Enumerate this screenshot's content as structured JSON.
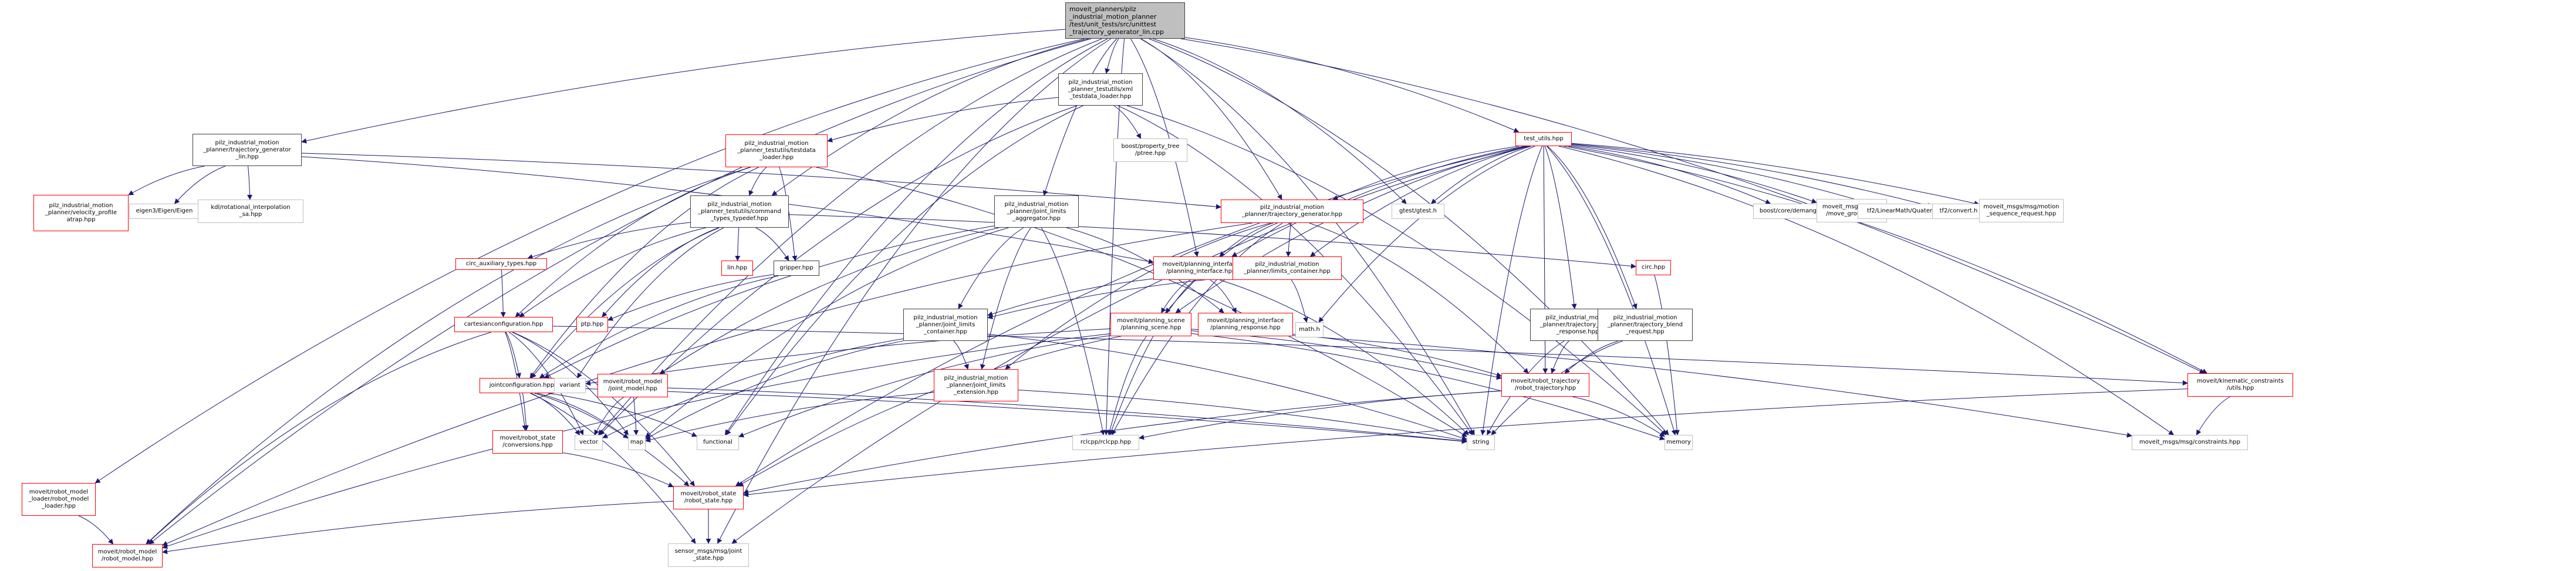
{
  "title": "unittest_trajectory_generator_lin.cpp include dependency graph",
  "colors": {
    "edge": "#191970",
    "red_border": "#ff0000",
    "gray_border": "#bfbfbf",
    "root_fill": "#bfbfbf",
    "doc_border": "#404040"
  },
  "nodes": [
    {
      "id": "root",
      "kind": "root",
      "label": "moveit_planners/pilz\n_industrial_motion_planner\n/test/unit_tests/src/unittest\n_trajectory_generator_lin.cpp"
    },
    {
      "id": "xml_loader",
      "kind": "doc",
      "label": "pilz_industrial_motion\n_planner_testutils/xml\n_testdata_loader.hpp"
    },
    {
      "id": "tg_lin",
      "kind": "doc",
      "label": "pilz_industrial_motion\n_planner/trajectory_generator\n_lin.hpp"
    },
    {
      "id": "testdata_loader",
      "kind": "red",
      "label": "pilz_industrial_motion\n_planner_testutils/testdata\n_loader.hpp"
    },
    {
      "id": "boost_ptree",
      "kind": "gray",
      "label": "boost/property_tree\n/ptree.hpp"
    },
    {
      "id": "test_utils",
      "kind": "red",
      "label": "test_utils.hpp"
    },
    {
      "id": "velocity_profile",
      "kind": "red",
      "label": "pilz_industrial_motion\n_planner/velocity_profile\natrap.hpp"
    },
    {
      "id": "eigen",
      "kind": "gray",
      "label": "eigen3/Eigen/Eigen"
    },
    {
      "id": "kdl",
      "kind": "gray",
      "label": "kdl/rotational_interpolation\n_sa.hpp"
    },
    {
      "id": "cmd_types",
      "kind": "doc",
      "label": "pilz_industrial_motion\n_planner_testutils/command\n_types_typedef.hpp"
    },
    {
      "id": "jl_aggregator",
      "kind": "doc",
      "label": "pilz_industrial_motion\n_planner/joint_limits\n_aggregator.hpp"
    },
    {
      "id": "traj_gen",
      "kind": "red",
      "label": "pilz_industrial_motion\n_planner/trajectory_generator.hpp"
    },
    {
      "id": "gtest",
      "kind": "gray",
      "label": "gtest/gtest.h"
    },
    {
      "id": "demangle",
      "kind": "gray",
      "label": "boost/core/demangle.hpp"
    },
    {
      "id": "move_group",
      "kind": "gray",
      "label": "moveit_msgs/action\n/move_group.hpp"
    },
    {
      "id": "quaternion",
      "kind": "gray",
      "label": "tf2/LinearMath/Quaternion.h"
    },
    {
      "id": "tf2_convert",
      "kind": "gray",
      "label": "tf2/convert.h"
    },
    {
      "id": "motion_seq",
      "kind": "gray",
      "label": "moveit_msgs/msg/motion\n_sequence_request.hpp"
    },
    {
      "id": "circ_aux",
      "kind": "red",
      "label": "circ_auxiliary_types.hpp"
    },
    {
      "id": "lin",
      "kind": "red",
      "label": "lin.hpp"
    },
    {
      "id": "gripper",
      "kind": "doc",
      "label": "gripper.hpp"
    },
    {
      "id": "planning_interface",
      "kind": "red",
      "label": "moveit/planning_interface\n/planning_interface.hpp"
    },
    {
      "id": "limits_container",
      "kind": "red",
      "label": "pilz_industrial_motion\n_planner/limits_container.hpp"
    },
    {
      "id": "circ",
      "kind": "red",
      "label": "circ.hpp"
    },
    {
      "id": "ptp",
      "kind": "red",
      "label": "ptp.hpp"
    },
    {
      "id": "cartesian",
      "kind": "red",
      "label": "cartesianconfiguration.hpp"
    },
    {
      "id": "jl_container",
      "kind": "doc",
      "label": "pilz_industrial_motion\n_planner/joint_limits\n_container.hpp"
    },
    {
      "id": "planning_scene",
      "kind": "red",
      "label": "moveit/planning_scene\n/planning_scene.hpp"
    },
    {
      "id": "planning_response",
      "kind": "red",
      "label": "moveit/planning_interface\n/planning_response.hpp"
    },
    {
      "id": "math",
      "kind": "gray",
      "label": "math.h"
    },
    {
      "id": "blend_response",
      "kind": "doc",
      "label": "pilz_industrial_motion\n_planner/trajectory_blend\n_response.hpp"
    },
    {
      "id": "blend_request",
      "kind": "doc",
      "label": "pilz_industrial_motion\n_planner/trajectory_blend\n_request.hpp"
    },
    {
      "id": "jointconfig",
      "kind": "red",
      "label": "jointconfiguration.hpp"
    },
    {
      "id": "variant",
      "kind": "gray",
      "label": "variant"
    },
    {
      "id": "joint_model",
      "kind": "red",
      "label": "moveit/robot_model\n/joint_model.hpp"
    },
    {
      "id": "jl_extension",
      "kind": "red",
      "label": "pilz_industrial_motion\n_planner/joint_limits\n_extension.hpp"
    },
    {
      "id": "robot_trajectory",
      "kind": "red",
      "label": "moveit/robot_trajectory\n/robot_trajectory.hpp"
    },
    {
      "id": "kc_utils",
      "kind": "red",
      "label": "moveit/kinematic_constraints\n/utils.hpp"
    },
    {
      "id": "rs_conversions",
      "kind": "red",
      "label": "moveit/robot_state\n/conversions.hpp"
    },
    {
      "id": "vector",
      "kind": "gray",
      "label": "vector"
    },
    {
      "id": "map",
      "kind": "gray",
      "label": "map"
    },
    {
      "id": "functional",
      "kind": "gray",
      "label": "functional"
    },
    {
      "id": "rclcpp",
      "kind": "gray",
      "label": "rclcpp/rclcpp.hpp"
    },
    {
      "id": "string",
      "kind": "gray",
      "label": "string"
    },
    {
      "id": "memory",
      "kind": "gray",
      "label": "memory"
    },
    {
      "id": "constraints",
      "kind": "gray",
      "label": "moveit_msgs/msg/constraints.hpp"
    },
    {
      "id": "rml_loader",
      "kind": "red",
      "label": "moveit/robot_model\n_loader/robot_model\n_loader.hpp"
    },
    {
      "id": "robot_state",
      "kind": "red",
      "label": "moveit/robot_state\n/robot_state.hpp"
    },
    {
      "id": "robot_model",
      "kind": "red",
      "label": "moveit/robot_model\n/robot_model.hpp"
    },
    {
      "id": "joint_state",
      "kind": "gray",
      "label": "sensor_msgs/msg/joint\n_state.hpp"
    }
  ],
  "edges": [
    [
      "root",
      "xml_loader"
    ],
    [
      "root",
      "tg_lin"
    ],
    [
      "root",
      "test_utils"
    ],
    [
      "root",
      "cmd_types"
    ],
    [
      "root",
      "jl_aggregator"
    ],
    [
      "root",
      "traj_gen"
    ],
    [
      "root",
      "gtest"
    ],
    [
      "root",
      "functional"
    ],
    [
      "root",
      "vector"
    ],
    [
      "root",
      "memory"
    ],
    [
      "root",
      "string"
    ],
    [
      "root",
      "rml_loader"
    ],
    [
      "root",
      "robot_model"
    ],
    [
      "root",
      "kc_utils"
    ],
    [
      "root",
      "joint_state"
    ],
    [
      "root",
      "rclcpp"
    ],
    [
      "root",
      "planning_interface"
    ],
    [
      "xml_loader",
      "testdata_loader"
    ],
    [
      "xml_loader",
      "boost_ptree"
    ],
    [
      "xml_loader",
      "functional"
    ],
    [
      "xml_loader",
      "string"
    ],
    [
      "xml_loader",
      "memory"
    ],
    [
      "xml_loader",
      "vector"
    ],
    [
      "testdata_loader",
      "cmd_types"
    ],
    [
      "testdata_loader",
      "gripper"
    ],
    [
      "testdata_loader",
      "cartesian"
    ],
    [
      "testdata_loader",
      "jointconfig"
    ],
    [
      "testdata_loader",
      "string"
    ],
    [
      "testdata_loader",
      "robot_model"
    ],
    [
      "tg_lin",
      "velocity_profile"
    ],
    [
      "tg_lin",
      "eigen"
    ],
    [
      "tg_lin",
      "kdl"
    ],
    [
      "tg_lin",
      "traj_gen"
    ],
    [
      "tg_lin",
      "planning_interface"
    ],
    [
      "cmd_types",
      "circ_aux"
    ],
    [
      "cmd_types",
      "lin"
    ],
    [
      "cmd_types",
      "gripper"
    ],
    [
      "cmd_types",
      "ptp"
    ],
    [
      "cmd_types",
      "cartesian"
    ],
    [
      "cmd_types",
      "jointconfig"
    ],
    [
      "cmd_types",
      "variant"
    ],
    [
      "cmd_types",
      "circ"
    ],
    [
      "circ_aux",
      "cartesian"
    ],
    [
      "gripper",
      "ptp"
    ],
    [
      "gripper",
      "jointconfig"
    ],
    [
      "cartesian",
      "jointconfig"
    ],
    [
      "cartesian",
      "rs_conversions"
    ],
    [
      "cartesian",
      "robot_model"
    ],
    [
      "cartesian",
      "robot_state"
    ],
    [
      "cartesian",
      "vector"
    ],
    [
      "cartesian",
      "kc_utils"
    ],
    [
      "cartesian",
      "map"
    ],
    [
      "jointconfig",
      "rs_conversions"
    ],
    [
      "jointconfig",
      "vector"
    ],
    [
      "jointconfig",
      "map"
    ],
    [
      "jointconfig",
      "functional"
    ],
    [
      "jointconfig",
      "string"
    ],
    [
      "jointconfig",
      "robot_state"
    ],
    [
      "jointconfig",
      "joint_state"
    ],
    [
      "jl_aggregator",
      "jl_container"
    ],
    [
      "jl_aggregator",
      "jl_extension"
    ],
    [
      "jl_aggregator",
      "joint_model"
    ],
    [
      "jl_aggregator",
      "map"
    ],
    [
      "jl_aggregator",
      "rclcpp"
    ],
    [
      "jl_aggregator",
      "planning_response"
    ],
    [
      "jl_aggregator",
      "jointconfig"
    ],
    [
      "jl_container",
      "jl_extension"
    ],
    [
      "jl_container",
      "map"
    ],
    [
      "jl_container",
      "string"
    ],
    [
      "jl_container",
      "vector"
    ],
    [
      "jl_extension",
      "map"
    ],
    [
      "jl_extension",
      "string"
    ],
    [
      "joint_model",
      "vector"
    ],
    [
      "joint_model",
      "map"
    ],
    [
      "joint_model",
      "string"
    ],
    [
      "traj_gen",
      "planning_interface"
    ],
    [
      "traj_gen",
      "limits_container"
    ],
    [
      "traj_gen",
      "planning_scene"
    ],
    [
      "traj_gen",
      "jl_extension"
    ],
    [
      "traj_gen",
      "robot_trajectory"
    ],
    [
      "traj_gen",
      "rclcpp"
    ],
    [
      "traj_gen",
      "robot_model"
    ],
    [
      "planning_interface",
      "planning_scene"
    ],
    [
      "planning_interface",
      "planning_response"
    ],
    [
      "planning_interface",
      "jl_container"
    ],
    [
      "planning_interface",
      "string"
    ],
    [
      "planning_interface",
      "rclcpp"
    ],
    [
      "limits_container",
      "math"
    ],
    [
      "limits_container",
      "jl_container"
    ],
    [
      "planning_scene",
      "robot_trajectory"
    ],
    [
      "planning_scene",
      "robot_state"
    ],
    [
      "planning_scene",
      "robot_model"
    ],
    [
      "planning_scene",
      "functional"
    ],
    [
      "planning_scene",
      "rclcpp"
    ],
    [
      "planning_scene",
      "memory"
    ],
    [
      "planning_scene",
      "variant"
    ],
    [
      "planning_scene",
      "constraints"
    ],
    [
      "planning_response",
      "robot_trajectory"
    ],
    [
      "robot_trajectory",
      "robot_state"
    ],
    [
      "robot_trajectory",
      "rclcpp"
    ],
    [
      "robot_trajectory",
      "memory"
    ],
    [
      "test_utils",
      "traj_gen"
    ],
    [
      "test_utils",
      "gtest"
    ],
    [
      "test_utils",
      "demangle"
    ],
    [
      "test_utils",
      "move_group"
    ],
    [
      "test_utils",
      "quaternion"
    ],
    [
      "test_utils",
      "tf2_convert"
    ],
    [
      "test_utils",
      "motion_seq"
    ],
    [
      "test_utils",
      "planning_interface"
    ],
    [
      "test_utils",
      "limits_container"
    ],
    [
      "test_utils",
      "planning_scene"
    ],
    [
      "test_utils",
      "math"
    ],
    [
      "test_utils",
      "blend_response"
    ],
    [
      "test_utils",
      "blend_request"
    ],
    [
      "test_utils",
      "robot_trajectory"
    ],
    [
      "test_utils",
      "string"
    ],
    [
      "test_utils",
      "kc_utils"
    ],
    [
      "test_utils",
      "constraints"
    ],
    [
      "test_utils",
      "robot_state"
    ],
    [
      "test_utils",
      "joint_state"
    ],
    [
      "test_utils",
      "memory"
    ],
    [
      "circ",
      "memory"
    ],
    [
      "blend_response",
      "robot_trajectory"
    ],
    [
      "blend_response",
      "string"
    ],
    [
      "blend_request",
      "robot_trajectory"
    ],
    [
      "blend_request",
      "string"
    ],
    [
      "kc_utils",
      "constraints"
    ],
    [
      "kc_utils",
      "robot_state"
    ],
    [
      "rs_conversions",
      "robot_state"
    ],
    [
      "rml_loader",
      "robot_model"
    ],
    [
      "robot_state",
      "robot_model"
    ],
    [
      "robot_state",
      "joint_state"
    ]
  ]
}
